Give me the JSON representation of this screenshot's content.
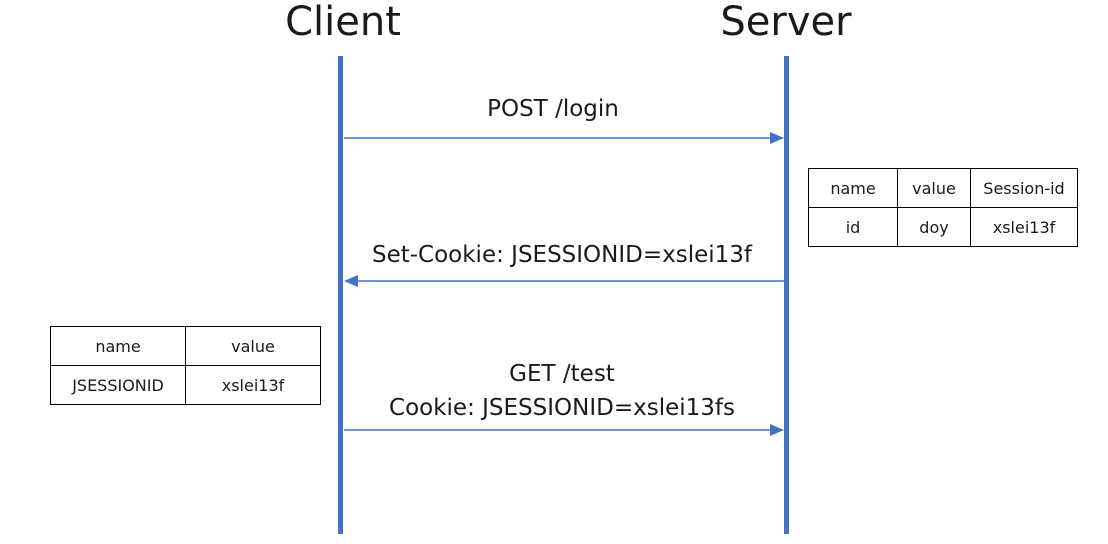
{
  "actors": {
    "client": "Client",
    "server": "Server"
  },
  "messages": [
    {
      "lines": [
        "POST  /login"
      ],
      "direction": "client-to-server"
    },
    {
      "lines": [
        "Set-Cookie: JSESSIONID=xslei13f"
      ],
      "direction": "server-to-client"
    },
    {
      "lines": [
        "GET /test",
        "Cookie: JSESSIONID=xslei13fs"
      ],
      "direction": "client-to-server"
    }
  ],
  "server_table": {
    "headers": [
      "name",
      "value",
      "Session-id"
    ],
    "rows": [
      [
        "id",
        "doy",
        "xslei13f"
      ]
    ]
  },
  "client_table": {
    "headers": [
      "name",
      "value"
    ],
    "rows": [
      [
        "JSESSIONID",
        "xslei13f"
      ]
    ]
  },
  "colors": {
    "lifeline": "#4472c4",
    "arrow": "#4472c4"
  }
}
